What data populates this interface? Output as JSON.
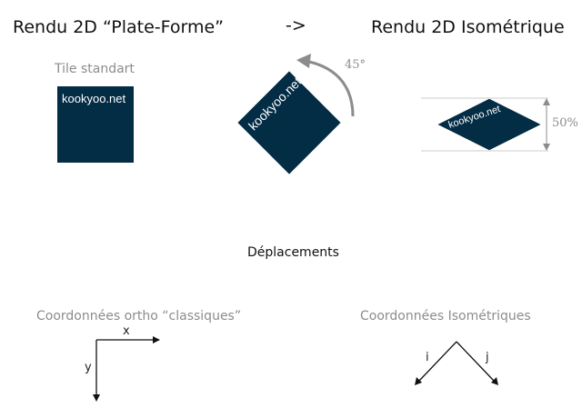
{
  "header": {
    "left_title": "Rendu 2D “Plate-Forme”",
    "arrow": "->",
    "right_title": "Rendu 2D Isométrique"
  },
  "tiles": {
    "standard_label": "Tile standart",
    "watermark": "kookyoo.net",
    "rotation_label": "45°",
    "squash_label": "50%",
    "color": "#032c45"
  },
  "movement": {
    "title": "Déplacements",
    "ortho_label": "Coordonnées ortho “classiques”",
    "ortho_x": "x",
    "ortho_y": "y",
    "iso_label": "Coordonnées Isométriques",
    "iso_i": "i",
    "iso_j": "j"
  }
}
